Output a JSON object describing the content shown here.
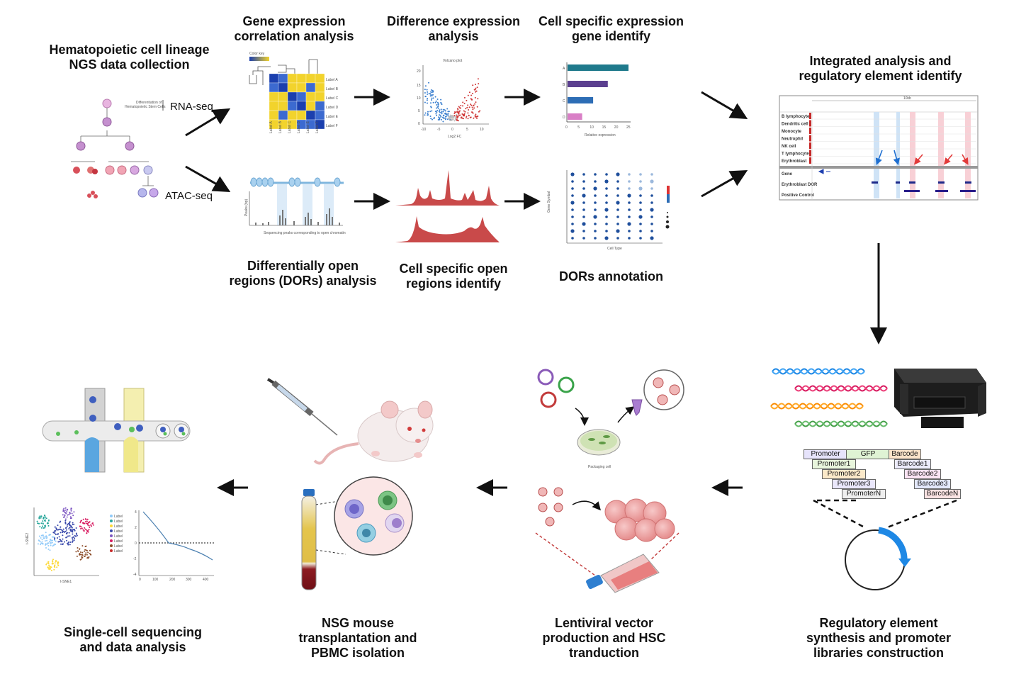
{
  "titles": {
    "ngs": "Hematopoietic cell lineage\nNGS data collection",
    "gene_corr": "Gene expression\ncorrelation analysis",
    "diff_expr": "Difference expression\nanalysis",
    "cell_specific_gene": "Cell specific expression\ngene identify",
    "integrated": "Integrated analysis and\nregulatory element identify",
    "dors": "Differentially open\nregions (DORs) analysis",
    "cell_specific_open": "Cell specific open\nregions identify",
    "dors_annotation": "DORs annotation",
    "regulatory": "Regulatory element\nsynthesis and promoter\nlibraries construction",
    "lentiviral": "Lentiviral vector\nproduction and HSC\ntranduction",
    "nsg": "NSG mouse\ntransplantation and\nPBMC isolation",
    "single_cell": "Single-cell sequencing\nand data analysis"
  },
  "labels": {
    "rna_seq": "RNA-seq",
    "atac_seq": "ATAC-seq",
    "packaging_cell": "Packaging cell",
    "volcano_title": "Volcano plot",
    "volcano_x": "Log2 FC",
    "color_key": "Color key",
    "relative_expression": "Relative expression",
    "peaks_caption": "Sequencing peaks corresponding to open chromatin",
    "peaks_y": "Peaks (bp)",
    "cell_type": "Cell Type",
    "gene_symbol": "Gene Symbol",
    "tsne_x": "t-SNE1",
    "tsne_y": "t-SNE2",
    "lineage_title": "Differentiation of\nHematopoietic Stem Cells"
  },
  "heatmap_labels": [
    "Label A",
    "Label B",
    "Label C",
    "Label D",
    "Label E",
    "Label F"
  ],
  "bar_chart": {
    "categories": [
      "A",
      "B",
      "C",
      "D"
    ],
    "values": [
      25,
      16.5,
      10.5,
      6
    ],
    "colors": [
      "#1f7a8c",
      "#5b3f8f",
      "#2d6db5",
      "#d97fc6"
    ],
    "xticks": [
      "0",
      "5",
      "10",
      "15",
      "20",
      "25"
    ]
  },
  "tracks": {
    "rows": [
      "B lymphocyte",
      "Dendritic cell",
      "Monocyte",
      "Neutrophil",
      "NK cell",
      "T lymphocyte",
      "Erythroblast"
    ],
    "bottom": [
      "Gene",
      "Erythroblast DOR",
      "Positive Control"
    ]
  },
  "library": {
    "top": [
      "Promoter",
      "GFP",
      "Barcode"
    ],
    "promoters": [
      "Promoter1",
      "Promoter2",
      "Promoter3",
      "PromoterN"
    ],
    "barcodes": [
      "Barcode1",
      "Barcode2",
      "Barcode3",
      "BarcodeN"
    ]
  },
  "tsne_legend": [
    "Label",
    "Label",
    "Label",
    "Label",
    "Label",
    "Label",
    "Label",
    "Label"
  ],
  "colors": {
    "heat_blue": "#1b3fae",
    "heat_yellow": "#f2d32c",
    "peak_red": "#c94a4a",
    "arrow": "#111111"
  }
}
